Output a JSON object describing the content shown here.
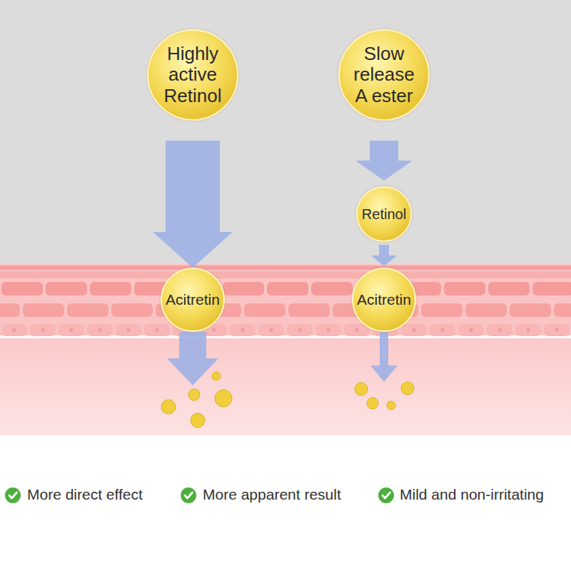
{
  "diagram": {
    "nodes": [
      {
        "text": [
          "Highly active Retinol"
        ]
      },
      {
        "text": [
          "Slow release A ester"
        ]
      },
      {
        "text": [
          "Retinol"
        ]
      },
      {
        "text": [
          "Acitretin"
        ]
      },
      {
        "text": [
          "Acitretin"
        ]
      }
    ],
    "edges": [
      {
        "from": 0,
        "to": 3,
        "arrow": "to"
      },
      {
        "from": 1,
        "to": 2,
        "arrow": "to"
      },
      {
        "from": 2,
        "to": 4,
        "arrow": "to"
      }
    ],
    "labels": [
      "More direct effect",
      "More apparent result",
      "Mild and non-irritating"
    ]
  }
}
